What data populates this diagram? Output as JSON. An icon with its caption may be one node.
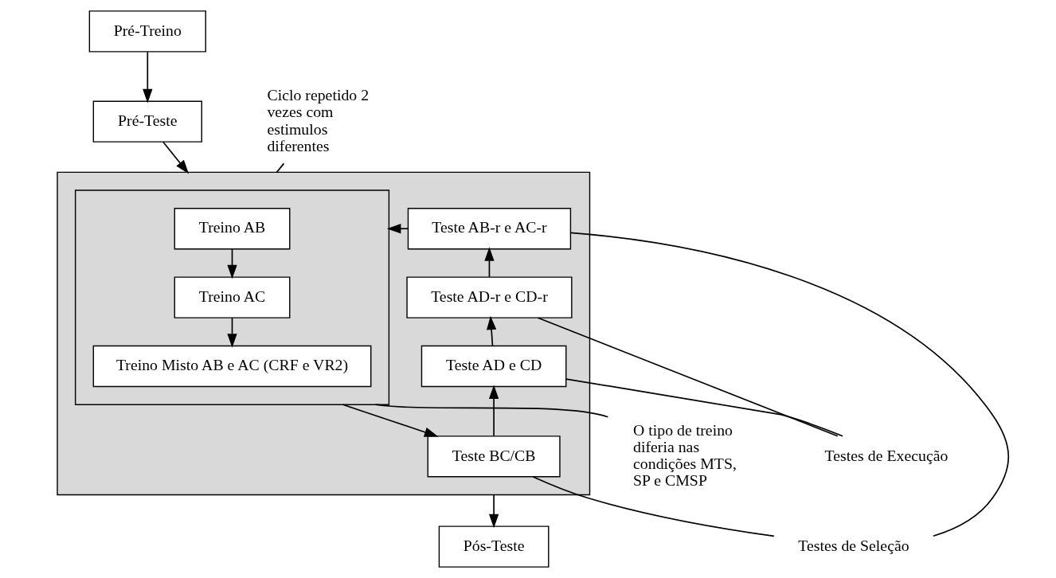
{
  "diagram": {
    "nodes": [
      {
        "text": [
          "Pré-Treino"
        ]
      },
      {
        "text": [
          "Pré-Teste"
        ]
      },
      {
        "text": [],
        "shape": "box"
      },
      {
        "text": [],
        "shape": "box",
        "in": 2
      },
      {
        "text": [
          "Treino AB"
        ],
        "in": 3
      },
      {
        "text": [
          "Treino AC"
        ],
        "in": 3
      },
      {
        "text": [
          "Treino Misto AB e AC (CRF e VR2)"
        ],
        "in": 3
      },
      {
        "text": [
          "Teste AB-r e AC-r"
        ],
        "in": 2
      },
      {
        "text": [
          "Teste AD-r e CD-r"
        ],
        "in": 2
      },
      {
        "text": [
          "Teste AD e CD"
        ],
        "in": 2
      },
      {
        "text": [
          "Teste BC/CB"
        ],
        "in": 2
      },
      {
        "text": [
          "Pós-Teste"
        ]
      },
      {
        "text": [
          "Ciclo repetido 2 vezes com estimulos diferentes"
        ]
      },
      {
        "text": [
          "O tipo de treino diferia nas condições MTS, SP e CMSP"
        ]
      },
      {
        "text": [
          "Testes de Execução"
        ]
      },
      {
        "text": [
          "Testes de Seleção"
        ]
      }
    ],
    "edges": [
      {
        "from": 0,
        "to": 1,
        "arrow": "to"
      },
      {
        "from": 1,
        "to": 2,
        "arrow": "to"
      },
      {
        "from": 4,
        "to": 5,
        "arrow": "to"
      },
      {
        "from": 5,
        "to": 6,
        "arrow": "to"
      },
      {
        "from": 3,
        "to": 10,
        "arrow": "to"
      },
      {
        "from": 10,
        "to": 9,
        "arrow": "to"
      },
      {
        "from": 9,
        "to": 8,
        "arrow": "to"
      },
      {
        "from": 8,
        "to": 7,
        "arrow": "to"
      },
      {
        "from": 7,
        "to": 3,
        "arrow": "to"
      },
      {
        "from": 2,
        "to": 11,
        "arrow": "to"
      },
      {
        "from": 12,
        "to": 2,
        "arrow": "none"
      },
      {
        "from": 13,
        "to": 3,
        "arrow": "none"
      },
      {
        "from": 14,
        "to": 8,
        "arrow": "none"
      },
      {
        "from": 14,
        "to": 9,
        "arrow": "none"
      },
      {
        "from": 15,
        "to": 7,
        "arrow": "none"
      },
      {
        "from": 15,
        "to": 10,
        "arrow": "none"
      }
    ]
  }
}
